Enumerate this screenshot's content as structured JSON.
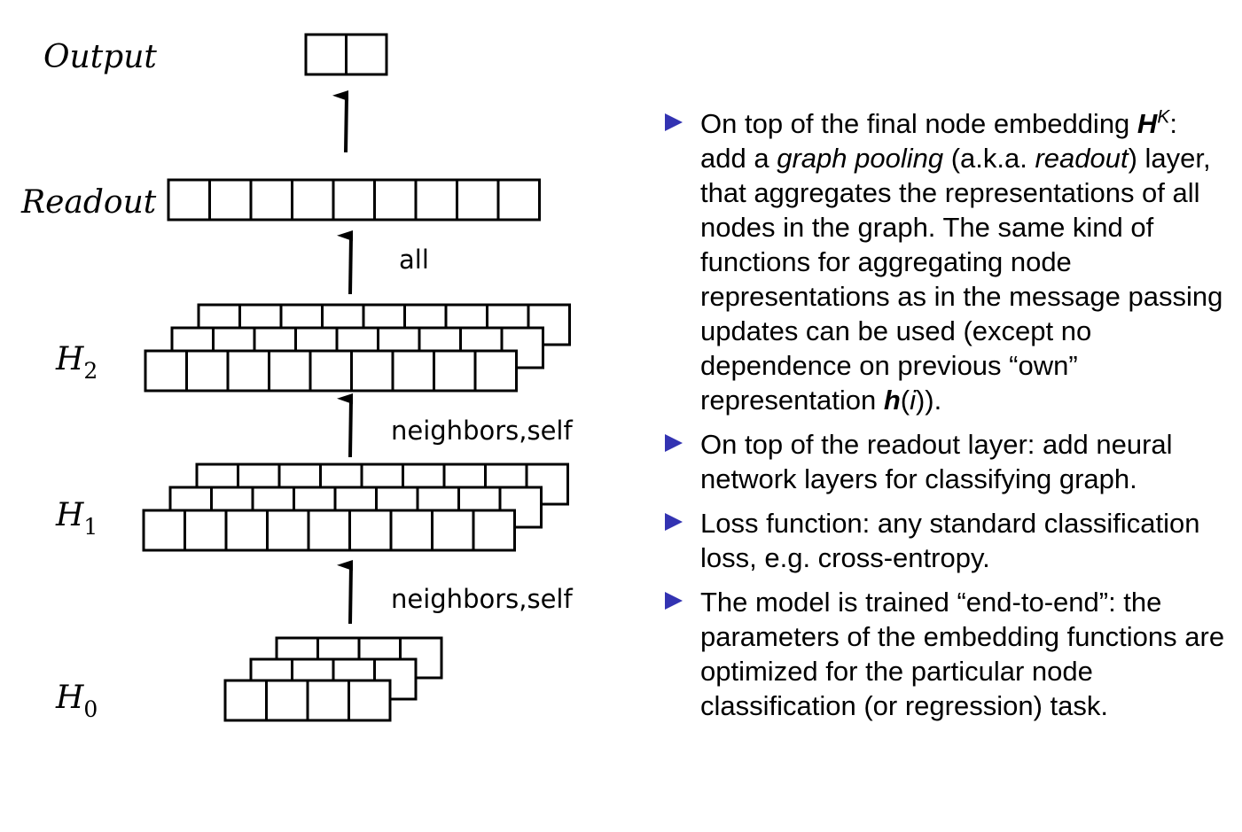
{
  "diagram": {
    "layers": {
      "output": {
        "name": "Output",
        "cells": 2
      },
      "readout": {
        "name": "Readout",
        "cells": 9
      },
      "h2": {
        "symbol": "H",
        "sub": "2",
        "cells": 9,
        "stack": 3
      },
      "h1": {
        "symbol": "H",
        "sub": "1",
        "cells": 9,
        "stack": 3
      },
      "h0": {
        "symbol": "H",
        "sub": "0",
        "cells": 4,
        "stack": 3
      }
    },
    "edges": {
      "readout_from_h2": "all",
      "h2_from_h1": "neighbors,self",
      "h1_from_h0": "neighbors,self"
    }
  },
  "bullets": [
    {
      "t1": "On top of the final node embedding ",
      "sym": "H",
      "sup": "K",
      "t2": ": add a ",
      "em1": "graph pooling",
      "t3": " (a.k.a. ",
      "em2": "readout",
      "t4": ") layer, that aggregates the representations of all nodes in the graph. The same kind of functions for aggregating node representations as in the message passing updates can be used (except no dependence on previous “own” representation ",
      "sym2": "h",
      "t5": "(",
      "em3": "i",
      "t6": "))."
    },
    {
      "text": "On top of the readout layer: add neural network layers for classifying graph."
    },
    {
      "text": "Loss function: any standard classification loss, e.g. cross-entropy."
    },
    {
      "text": "The model is trained “end-to-end”: the parameters of the embedding functions are optimized for the particular node classification (or regression) task."
    }
  ],
  "colors": {
    "bullet_marker": "#3333b2",
    "stroke": "#000000"
  }
}
